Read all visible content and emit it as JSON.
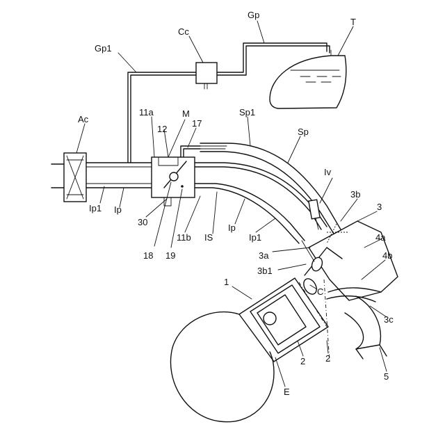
{
  "labels": {
    "T": "T",
    "Gp": "Gp",
    "Cc": "Cc",
    "Gp1": "Gp1",
    "M": "M",
    "11a": "11a",
    "Sp1": "Sp1",
    "Sp": "Sp",
    "12": "12",
    "17": "17",
    "Ac": "Ac",
    "Iv": "Iv",
    "3b": "3b",
    "3": "3",
    "Ip1_left": "Ip1",
    "Ip_left": "Ip",
    "30": "30",
    "11b": "11b",
    "IS": "IS",
    "Ip_mid": "Ip",
    "Ip1_mid": "Ip1",
    "4a": "4a",
    "3a": "3a",
    "18": "18",
    "19": "19",
    "3b1": "3b1",
    "4b": "4b",
    "1": "1",
    "C": "C",
    "3c": "3c",
    "2_left": "2",
    "2_right": "2",
    "5": "5",
    "E": "E"
  }
}
